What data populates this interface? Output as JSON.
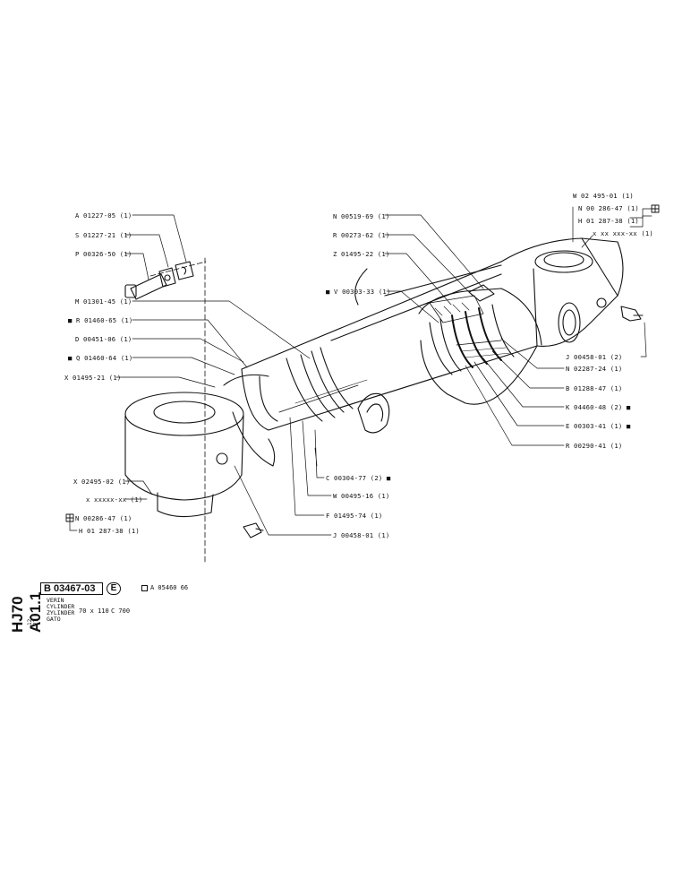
{
  "document": {
    "side_reference": "HJ70 A01.1",
    "side_date": "12-77",
    "reference": "B 03467-03",
    "variant": "E",
    "alt_reference": "A 05460 66",
    "descriptions": [
      "VERIN",
      "CYLINDER",
      "ZYLINDER",
      "GATO"
    ],
    "size_spec": "70 x 110",
    "model": "C 700"
  },
  "labels": {
    "w02495": "W 02 495-01 (1)",
    "n00286_top": "N 00 286-47 (1)",
    "h01287_top": "H 01 287-38 (1)",
    "xxx_top": "x xx xxx-xx (1)",
    "n00519": "N 00519-69 (1)",
    "r00273": "R 00273-62 (1)",
    "z01495": "Z 01495-22 (1)",
    "v00303": "■ V 00303-33 (1)",
    "a01227": "A 01227-05 (1)",
    "s01227": "S 01227-21 (1)",
    "p00326": "P 00326-50 (1)",
    "m01301": "M 01301-45 (1)",
    "r01460": "■ R 01460-65 (1)",
    "d00451": "D 00451-06 (1)",
    "q01460": "■ Q 01460-64 (1)",
    "x01495": "X 01495-21 (1)",
    "j00458_right": "J 00458-01 (2)",
    "n02287": "N 02287-24 (1)",
    "b01288": "B 01288-47 (1)",
    "k04460": "K 04460-48 (2) ■",
    "e00303": "E 00303-41 (1) ■",
    "r00290": "R 00290-41 (1)",
    "c00304": "C 00304-77 (2) ■",
    "w00495": "W 00495-16 (1)",
    "f01495": "F 01495-74 (1)",
    "j00458_bottom": "J 00458-01 (1)",
    "x02495": "X 02495-02 (1)",
    "xxx_bottom": "x xxxxx-xx (1)",
    "n00286_bottom": "N 00286-47 (1)",
    "h01287_bottom": "H 01 287-38 (1)"
  },
  "icons": [
    "cylinder-drawing-icon",
    "bracket-icon",
    "arrow-icon"
  ]
}
